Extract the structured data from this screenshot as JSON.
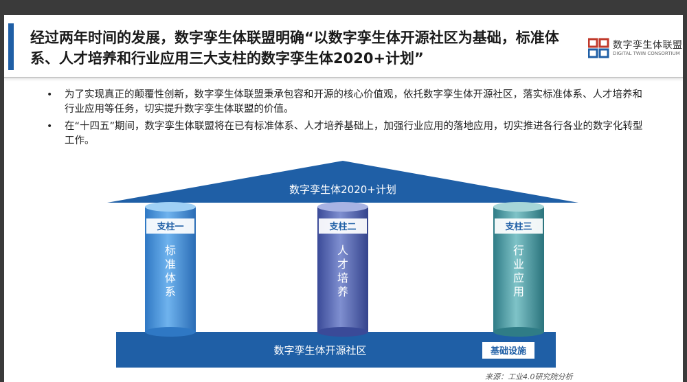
{
  "title": "经过两年时间的发展，数字孪生体联盟明确“以数字孪生体开源社区为基础，标准体系、人才培养和行业应用三大支柱的数字孪生体2020+计划”",
  "logo": {
    "name_cn": "数字孪生体联盟",
    "name_en": "DIGITAL TWIN CONSORTIUM"
  },
  "bullets": [
    "为了实现真正的颠覆性创新，数字孪生体联盟秉承包容和开源的核心价值观，依托数字孪生体开源社区，落实标准体系、人才培养和行业应用等任务，切实提升数字孪生体联盟的价值。",
    "在“十四五”期间，数字孪生体联盟将在已有标准体系、人才培养基础上，加强行业应用的落地应用，切实推进各行各业的数字化转型工作。"
  ],
  "bullet_symbol": "•",
  "diagram": {
    "roof_label": "数字孪生体2020+计划",
    "base_label": "数字孪生体开源社区",
    "base_tag": "基础设施",
    "pillars": [
      {
        "tag": "支柱一",
        "chars": [
          "标",
          "准",
          "体",
          "系"
        ],
        "color": "#3f8fd6"
      },
      {
        "tag": "支柱二",
        "chars": [
          "人",
          "才",
          "培",
          "养"
        ],
        "color": "#4a5aa8"
      },
      {
        "tag": "支柱三",
        "chars": [
          "行",
          "业",
          "应",
          "用"
        ],
        "color": "#3f8c96"
      }
    ],
    "colors": {
      "roof": "#1f5fa6",
      "base": "#1f5fa6",
      "tag_bg": "#ffffff",
      "tag_text": "#1f5fa6"
    }
  },
  "source": "来源：工业4.0研究院分析"
}
